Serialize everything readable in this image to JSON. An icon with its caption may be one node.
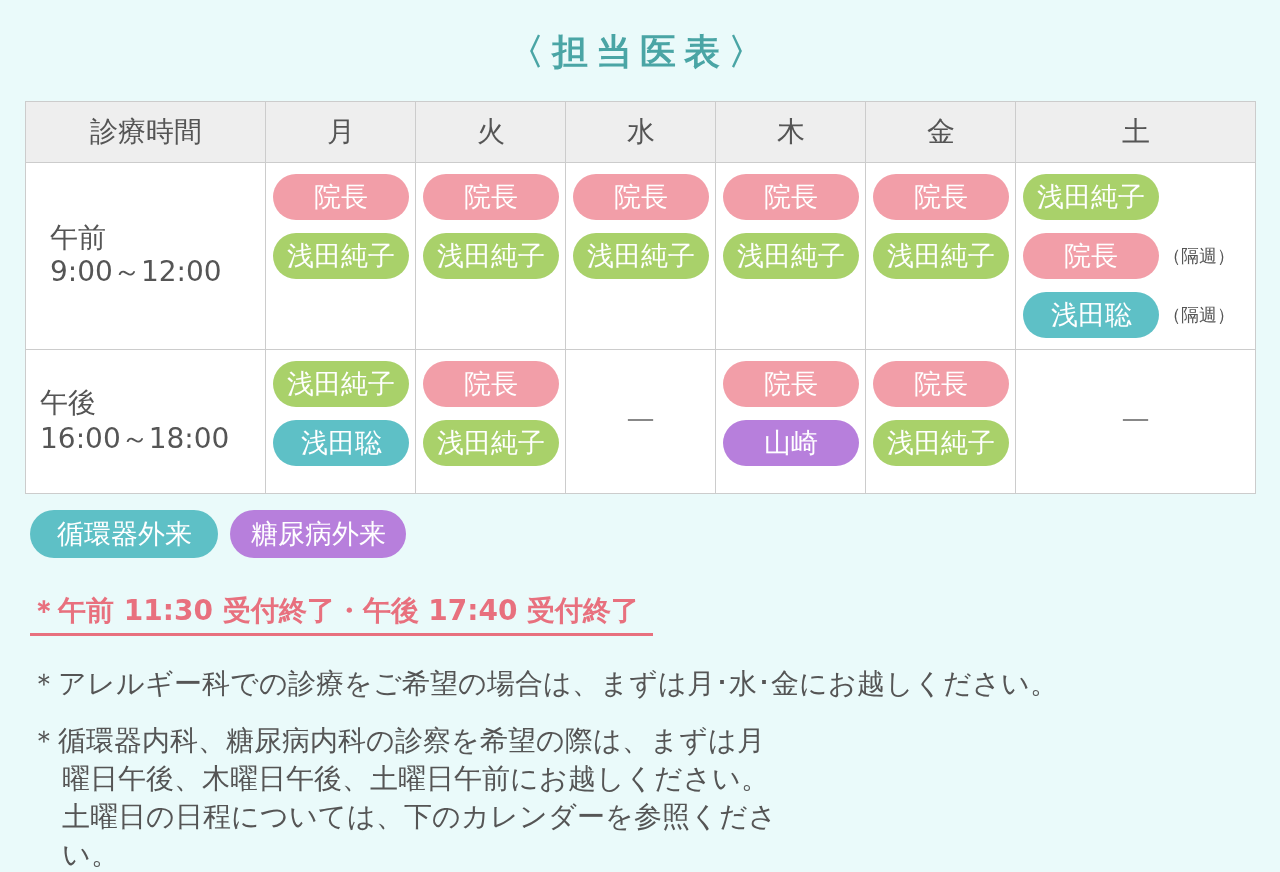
{
  "diagram": {
    "title": "〈担当医表〉",
    "nodes": [
      {
        "text": [
          "院長"
        ]
      },
      {
        "text": [
          "浅田純子"
        ]
      },
      {
        "text": [
          "院長"
        ]
      },
      {
        "text": [
          "浅田純子"
        ]
      },
      {
        "text": [
          "院長"
        ]
      },
      {
        "text": [
          "浅田純子"
        ]
      },
      {
        "text": [
          "院長"
        ]
      },
      {
        "text": [
          "浅田純子"
        ]
      },
      {
        "text": [
          "院長"
        ]
      },
      {
        "text": [
          "浅田純子"
        ]
      },
      {
        "text": [
          "浅田純子"
        ]
      },
      {
        "text": [
          "院長"
        ],
        "beside": [
          "（隔週）"
        ]
      },
      {
        "text": [
          "浅田聡"
        ],
        "beside": [
          "（隔週）"
        ]
      },
      {
        "text": [
          "浅田純子"
        ]
      },
      {
        "text": [
          "浅田聡"
        ]
      },
      {
        "text": [
          "院長"
        ]
      },
      {
        "text": [
          "浅田純子"
        ]
      },
      {
        "text": [
          "院長"
        ]
      },
      {
        "text": [
          "山崎"
        ]
      },
      {
        "text": [
          "院長"
        ]
      },
      {
        "text": [
          "浅田純子"
        ]
      }
    ],
    "labels": [
      "診療時間",
      "月",
      "火",
      "水",
      "木",
      "金",
      "土",
      "午前",
      "9:00～12:00",
      "午後",
      "16:00～18:00",
      "—",
      "—",
      "＊午前 11:30 受付終了・午後 17:40 受付終了",
      "＊アレルギー科での診療をご希望の場合は、まずは月･水･金にお越しください。",
      "＊循環器内科、糖尿病内科の診察を希望の際は、まずは月曜日午後、木曜日午後、土曜日午前にお越しください。土曜日の日程については、下のカレンダーを参照ください。"
    ],
    "legend": [
      {
        "text": "循環器外来",
        "color": "#5ec0c6"
      },
      {
        "text": "糖尿病外来",
        "color": "#b77fdc"
      }
    ]
  }
}
